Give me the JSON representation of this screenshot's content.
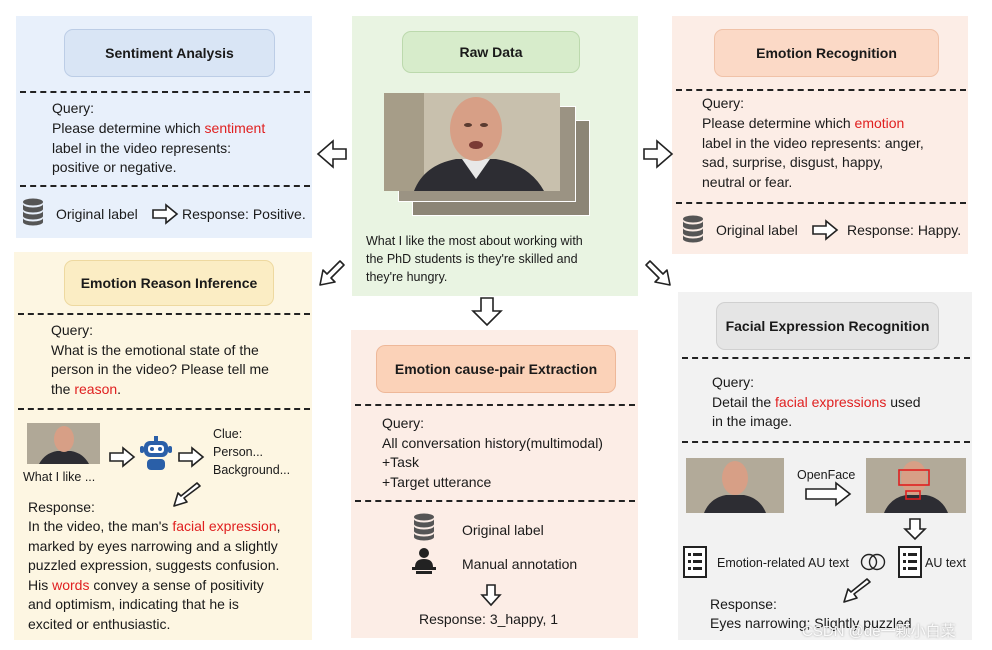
{
  "sentiment": {
    "title": "Sentiment Analysis",
    "query_label": "Query:",
    "q1_pre": "Please determine which ",
    "q1_hl": "sentiment",
    "q2": "label in the video represents:",
    "q3": "positive or negative.",
    "orig": "Original label",
    "response": "Response: Positive."
  },
  "raw": {
    "title": "Raw Data",
    "t1": "What I like the most about working with",
    "t2": "the PhD students is they're skilled and",
    "t3": "they're hungry."
  },
  "emotion": {
    "title": "Emotion Recognition",
    "query_label": "Query:",
    "q1_pre": "Please determine which ",
    "q1_hl": "emotion",
    "q2": "label in the video represents: anger,",
    "q3": "sad, surprise, disgust, happy,",
    "q4": "neutral or fear.",
    "orig": "Original label",
    "response": "Response: Happy."
  },
  "reason": {
    "title": "Emotion Reason Inference",
    "query_label": "Query:",
    "q1": "What is the emotional state of the",
    "q2": "person in the video? Please tell me",
    "q3_pre": "the ",
    "q3_hl": "reason",
    "q3_post": ".",
    "caption": "What I like ...",
    "clue": "Clue:",
    "clue1": "Person...",
    "clue2": "Background...",
    "resp_label": "Response:",
    "r1_pre": "In the video, the man's ",
    "r1_hl": "facial expression",
    "r1_post": ",",
    "r2": "marked by eyes narrowing and a slightly",
    "r3": "puzzled expression, suggests confusion.",
    "r4_pre": "His ",
    "r4_hl": "words",
    "r4_post": " convey a sense of positivity",
    "r5": "and optimism, indicating that he is",
    "r6": "excited or enthusiastic."
  },
  "cause": {
    "title": "Emotion cause-pair Extraction",
    "query_label": "Query:",
    "q1": "All conversation history(multimodal)",
    "q2": "+Task",
    "q3": "+Target utterance",
    "orig": "Original label",
    "manual": "Manual annotation",
    "response": "Response: 3_happy, 1"
  },
  "fer": {
    "title": "Facial Expression Recognition",
    "query_label": "Query:",
    "q1_pre": "Detail the ",
    "q1_hl": "facial expressions",
    "q1_post": " used",
    "q2": "in the image.",
    "openface": "OpenFace",
    "au_related": "Emotion-related AU text",
    "au_text": "AU text",
    "resp_label": "Response:",
    "resp": "Eyes narrowing; Slightly puzzled"
  },
  "watermark": "CSDN @de一颗小白菜",
  "colors": {
    "sentiment_bg": "#e8f0fb",
    "raw_bg": "#e9f4e2",
    "emotion_bg": "#fcede6",
    "reason_bg": "#fdf6e2",
    "cause_bg": "#fcede6",
    "fer_bg": "#f2f2f2",
    "highlight": "#e02020"
  }
}
